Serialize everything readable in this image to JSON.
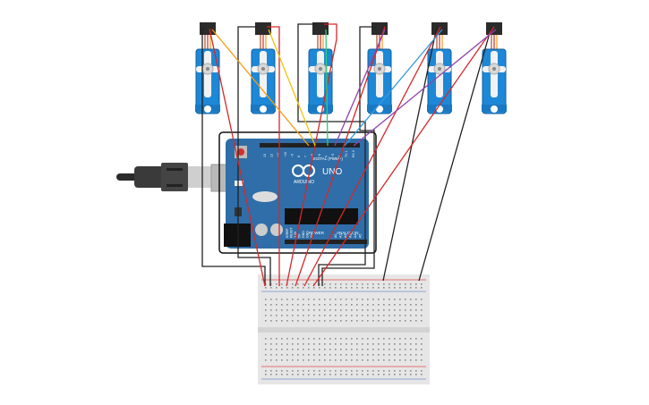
{
  "board": {
    "name_label": "UNO",
    "brand_label": "ARDUINO",
    "digital_header_label": "DIGITAL (PWM~)",
    "power_header_label": "POWER",
    "analog_header_label": "ANALOG IN",
    "pin_labels_digital": [
      "13",
      "12",
      "~11",
      "~10",
      "~9",
      "8",
      "7",
      "~6",
      "~5",
      "4",
      "~3",
      "2",
      "TX 1",
      "RX 0"
    ],
    "pin_labels_power": [
      "IOREF",
      "RESET",
      "3.3V",
      "5V",
      "GND",
      "GND",
      "Vin"
    ],
    "pin_labels_analog": [
      "A0",
      "A1",
      "A2",
      "A3",
      "A4",
      "A5"
    ]
  },
  "servos": [
    {
      "id": "servo-1"
    },
    {
      "id": "servo-2"
    },
    {
      "id": "servo-3"
    },
    {
      "id": "servo-4"
    },
    {
      "id": "servo-5"
    },
    {
      "id": "servo-6"
    }
  ],
  "wire_colors": {
    "signal": [
      "#f39c12",
      "#f1c40f",
      "#2ecc71",
      "#8e44ad",
      "#3498db",
      "#e67e22"
    ],
    "power": "#d62828",
    "ground": "#222222"
  },
  "colors": {
    "board": "#2f6ea8",
    "servo_body": "#1e88d8",
    "breadboard": "#e6e6e6",
    "rail_red": "#e57373",
    "rail_blue": "#90a4d4"
  }
}
